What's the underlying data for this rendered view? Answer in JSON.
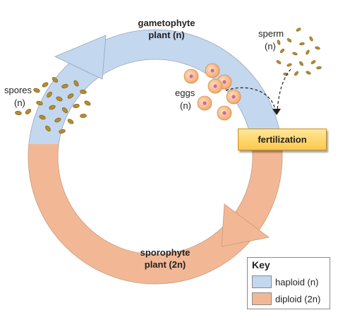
{
  "labels": {
    "gametophyte_line1": "gametophyte",
    "gametophyte_line2": "plant (n)",
    "sporophyte_line1": "sporophyte",
    "sporophyte_line2": "plant (2n)",
    "spores": "spores",
    "spores_n": "(n)",
    "eggs": "eggs",
    "eggs_n": "(n)",
    "sperm": "sperm",
    "sperm_n": "(n)",
    "fertilization": "fertilization"
  },
  "key": {
    "title": "Key",
    "items": [
      {
        "label": "haploid (n)",
        "color": "#c3d7ee"
      },
      {
        "label": "diploid (2n)",
        "color": "#f2b896"
      }
    ]
  },
  "colors": {
    "haploid": "#c3d7ee",
    "diploid": "#f2b896",
    "egg_fill": "#f9c194",
    "egg_nucleus": "#c86aa8",
    "spore": "#b98d2e"
  }
}
